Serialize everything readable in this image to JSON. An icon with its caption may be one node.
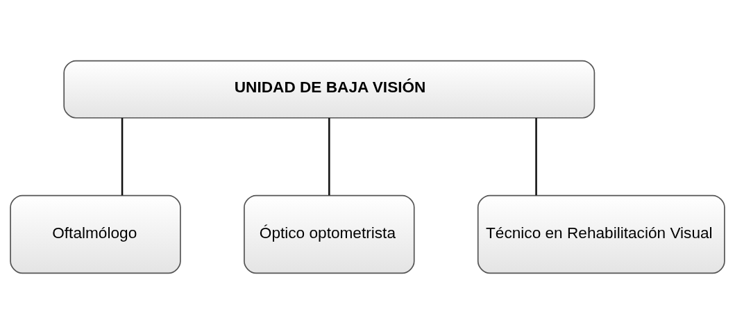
{
  "diagram": {
    "nodes": [
      {
        "text": [
          "UNIDAD DE BAJA VISIÓN"
        ]
      },
      {
        "text": [
          "Oftalmólogo"
        ]
      },
      {
        "text": [
          "Óptico optometrista"
        ]
      },
      {
        "text": [
          "Técnico en Rehabilitación Visual"
        ]
      }
    ],
    "edges": [
      {
        "from": 0,
        "to": 1,
        "arrow": "none"
      },
      {
        "from": 0,
        "to": 2,
        "arrow": "none"
      },
      {
        "from": 0,
        "to": 3,
        "arrow": "none"
      }
    ]
  }
}
